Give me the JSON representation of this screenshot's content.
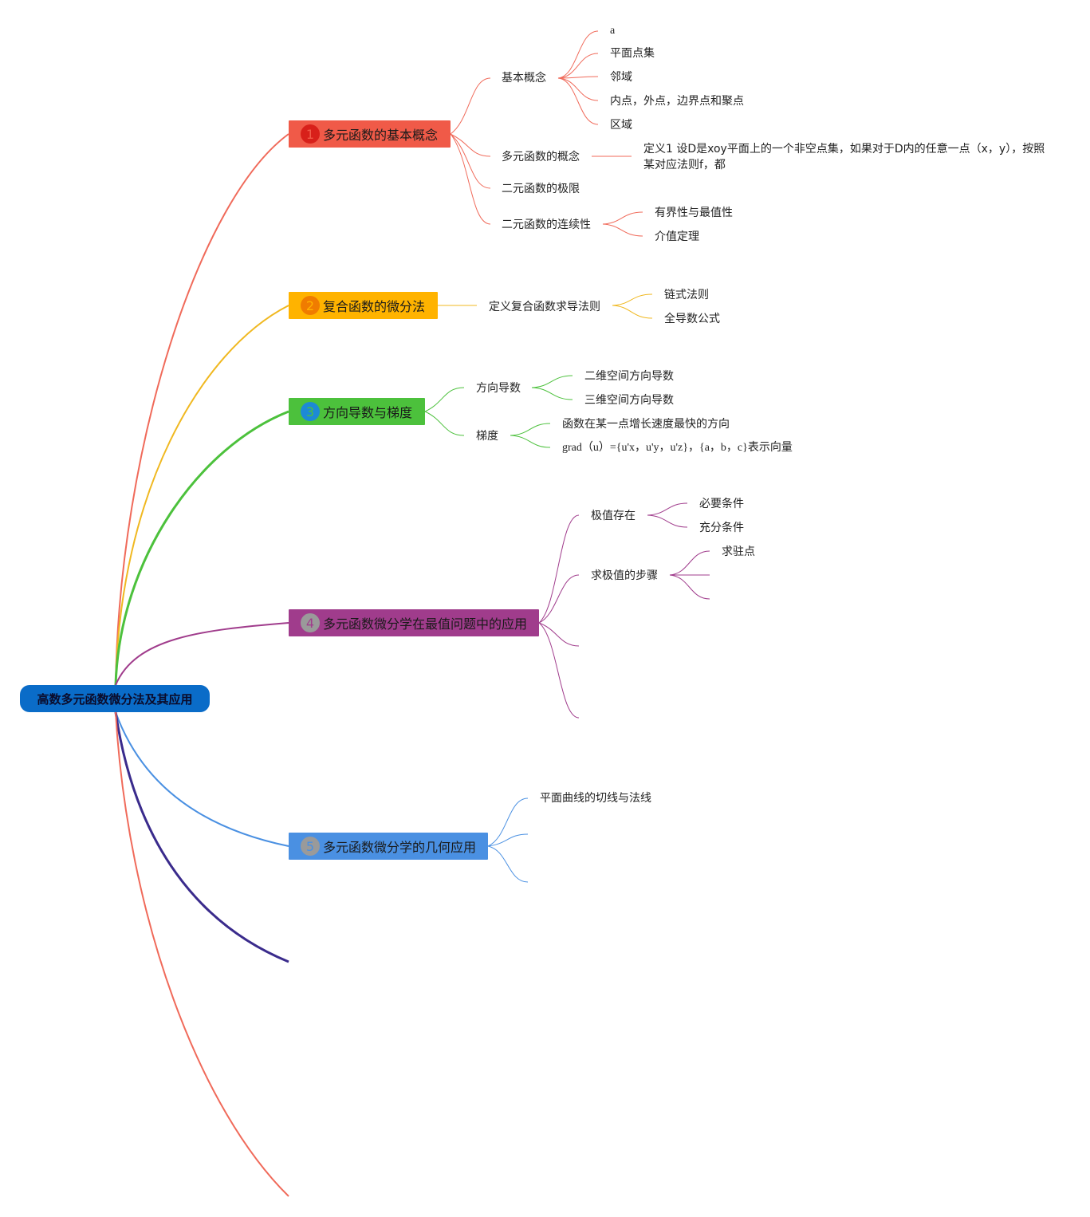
{
  "root": {
    "label": "高数多元函数微分法及其应用"
  },
  "colors": {
    "root": "#0a6cc8",
    "b1": "#f05a48",
    "b2": "#ffb300",
    "b3": "#4cc13c",
    "b4": "#a03c8c",
    "b5": "#4a90e2",
    "b6": "#3a2b8c",
    "b7": "#f06a5a"
  },
  "branches": [
    {
      "number": "1",
      "label": "多元函数的基本概念",
      "children": [
        {
          "label": "基本概念",
          "children": [
            "a",
            "平面点集",
            "邻域",
            "内点，外点，边界点和聚点",
            "区域"
          ]
        },
        {
          "label": "多元函数的概念",
          "detail": "定义1 设D是xoy平面上的一个非空点集，如果对于D内的任意一点（x，y），按照某对应法则f，都"
        },
        {
          "label": "二元函数的极限"
        },
        {
          "label": "二元函数的连续性",
          "children": [
            "有界性与最值性",
            "介值定理"
          ]
        }
      ]
    },
    {
      "number": "2",
      "label": "复合函数的微分法",
      "children": [
        {
          "label": "定义复合函数求导法则",
          "children": [
            "链式法则",
            "全导数公式"
          ]
        }
      ]
    },
    {
      "number": "3",
      "label": "方向导数与梯度",
      "children": [
        {
          "label": "方向导数",
          "children": [
            "二维空间方向导数",
            "三维空间方向导数"
          ]
        },
        {
          "label": "梯度",
          "children": [
            "函数在某一点增长速度最快的方向",
            "grad（u）={u'x，u'y，u'z}，{a，b，c}表示向量"
          ]
        }
      ]
    },
    {
      "number": "4",
      "label": "多元函数微分学在最值问题中的应用",
      "children": [
        {
          "label": "极值存在",
          "children": [
            "必要条件",
            "充分条件"
          ]
        },
        {
          "label": "求极值的步骤",
          "children": [
            "求驻点",
            "",
            ""
          ]
        },
        {
          "label": ""
        },
        {
          "label": ""
        }
      ]
    },
    {
      "number": "5",
      "label": "多元函数微分学的几何应用",
      "children": [
        {
          "label": "平面曲线的切线与法线"
        },
        {
          "label": ""
        },
        {
          "label": ""
        }
      ]
    }
  ]
}
